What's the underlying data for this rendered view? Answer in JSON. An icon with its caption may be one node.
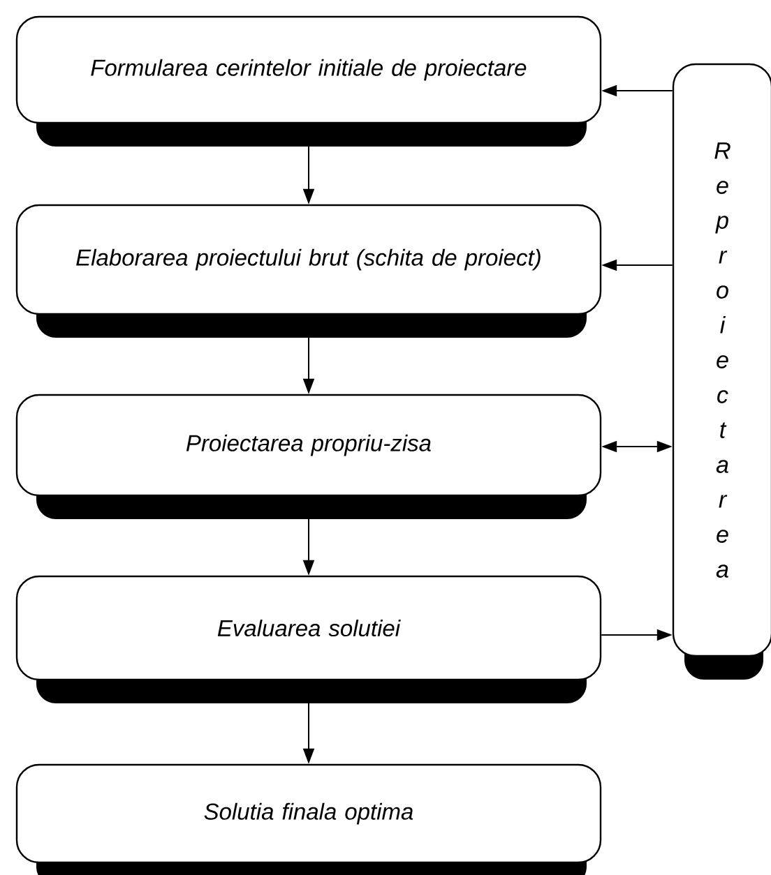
{
  "diagram": {
    "nodes": [
      {
        "text": [
          "Formularea cerintelor initiale de proiectare"
        ]
      },
      {
        "text": [
          "Elaborarea proiectului brut (schita de proiect)"
        ]
      },
      {
        "text": [
          "Proiectarea propriu-zisa"
        ]
      },
      {
        "text": [
          "Evaluarea solutiei"
        ]
      },
      {
        "text": [
          "Solutia finala optima"
        ]
      },
      {
        "text": [
          "Reproiectarea"
        ]
      }
    ],
    "edges": [
      {
        "from": 0,
        "to": 1,
        "arrow": "to"
      },
      {
        "from": 1,
        "to": 2,
        "arrow": "to"
      },
      {
        "from": 2,
        "to": 3,
        "arrow": "to"
      },
      {
        "from": 3,
        "to": 4,
        "arrow": "to"
      },
      {
        "from": 5,
        "to": 0,
        "arrow": "to"
      },
      {
        "from": 5,
        "to": 1,
        "arrow": "to"
      },
      {
        "from": 2,
        "to": 5,
        "arrow": "both"
      },
      {
        "from": 3,
        "to": 5,
        "arrow": "to"
      }
    ]
  }
}
